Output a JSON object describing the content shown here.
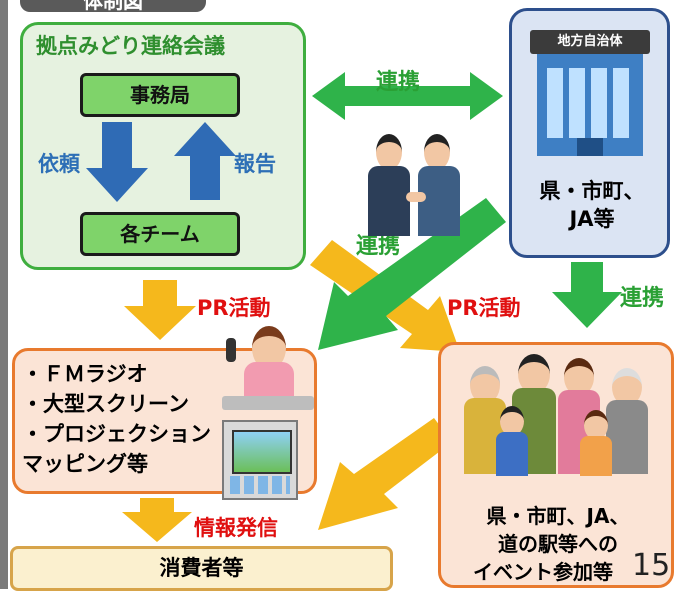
{
  "heading": "体制図",
  "council": {
    "title": "拠点みどり連絡会議",
    "secretariat": "事務局",
    "teams": "各チーム",
    "request": "依頼",
    "report": "報告"
  },
  "government": {
    "sign": "地方自治体",
    "label_line1": "県・市町、",
    "label_line2": "JA等"
  },
  "links": {
    "collab_top": "連携",
    "collab_mid": "連携",
    "collab_right": "連携",
    "pr_left": "PR活動",
    "pr_right": "PR活動",
    "info": "情報発信"
  },
  "media": {
    "items": [
      "・ＦＭラジオ",
      "・大型スクリーン",
      "・プロジェクション",
      "マッピング等"
    ]
  },
  "events": {
    "line1": "県・市町、JA、",
    "line2": "道の駅等への",
    "line3": "イベント参加等"
  },
  "consumer": "消費者等",
  "page_number": "15",
  "colors": {
    "green_arrow": "#2fb34a",
    "orange_arrow": "#f5b81c",
    "blue_arrow": "#2f6bb5",
    "council_border": "#3fae3f",
    "gov_border": "#2d4f8c",
    "peach_border": "#e87a2e"
  }
}
